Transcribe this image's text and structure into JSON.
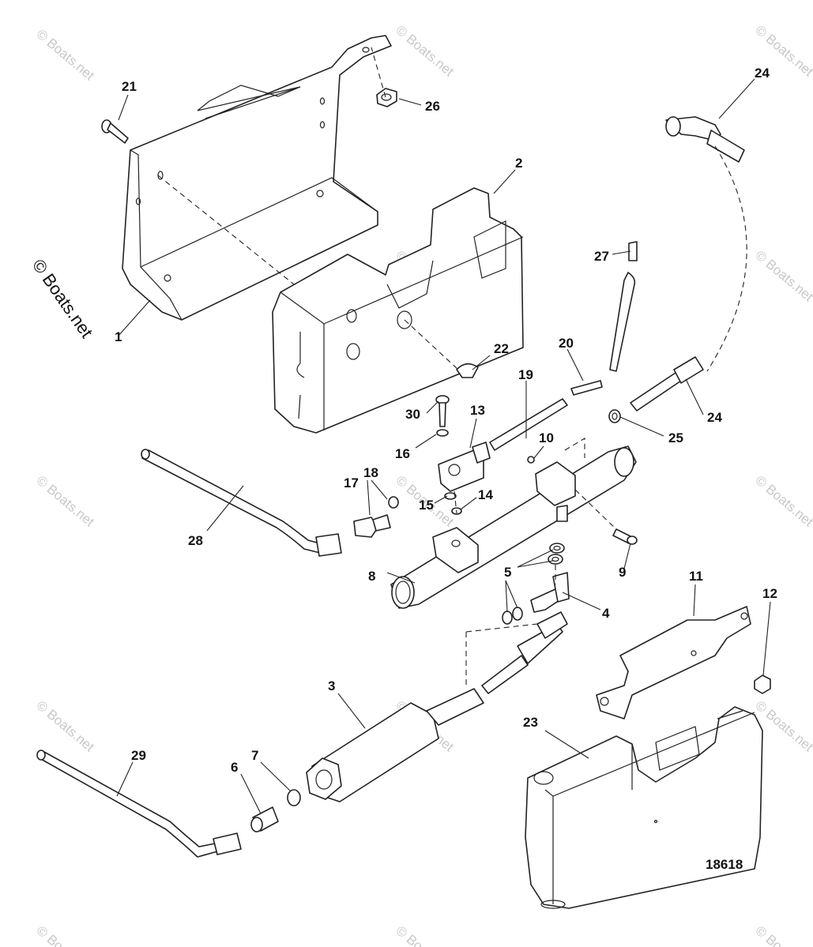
{
  "brand_label": "© Boats.net",
  "watermark_text": "© Boats.net",
  "drawing_number": "18618",
  "callouts": {
    "c1": "1",
    "c2": "2",
    "c3": "3",
    "c4": "4",
    "c5": "5",
    "c6": "6",
    "c7": "7",
    "c8": "8",
    "c9": "9",
    "c10": "10",
    "c11": "11",
    "c12": "12",
    "c13": "13",
    "c14": "14",
    "c15": "15",
    "c16": "16",
    "c17": "17",
    "c18": "18",
    "c19": "19",
    "c20": "20",
    "c21": "21",
    "c22": "22",
    "c23": "23",
    "c24a": "24",
    "c24b": "24",
    "c25": "25",
    "c26": "26",
    "c27": "27",
    "c28": "28",
    "c29": "29",
    "c30": "30"
  }
}
